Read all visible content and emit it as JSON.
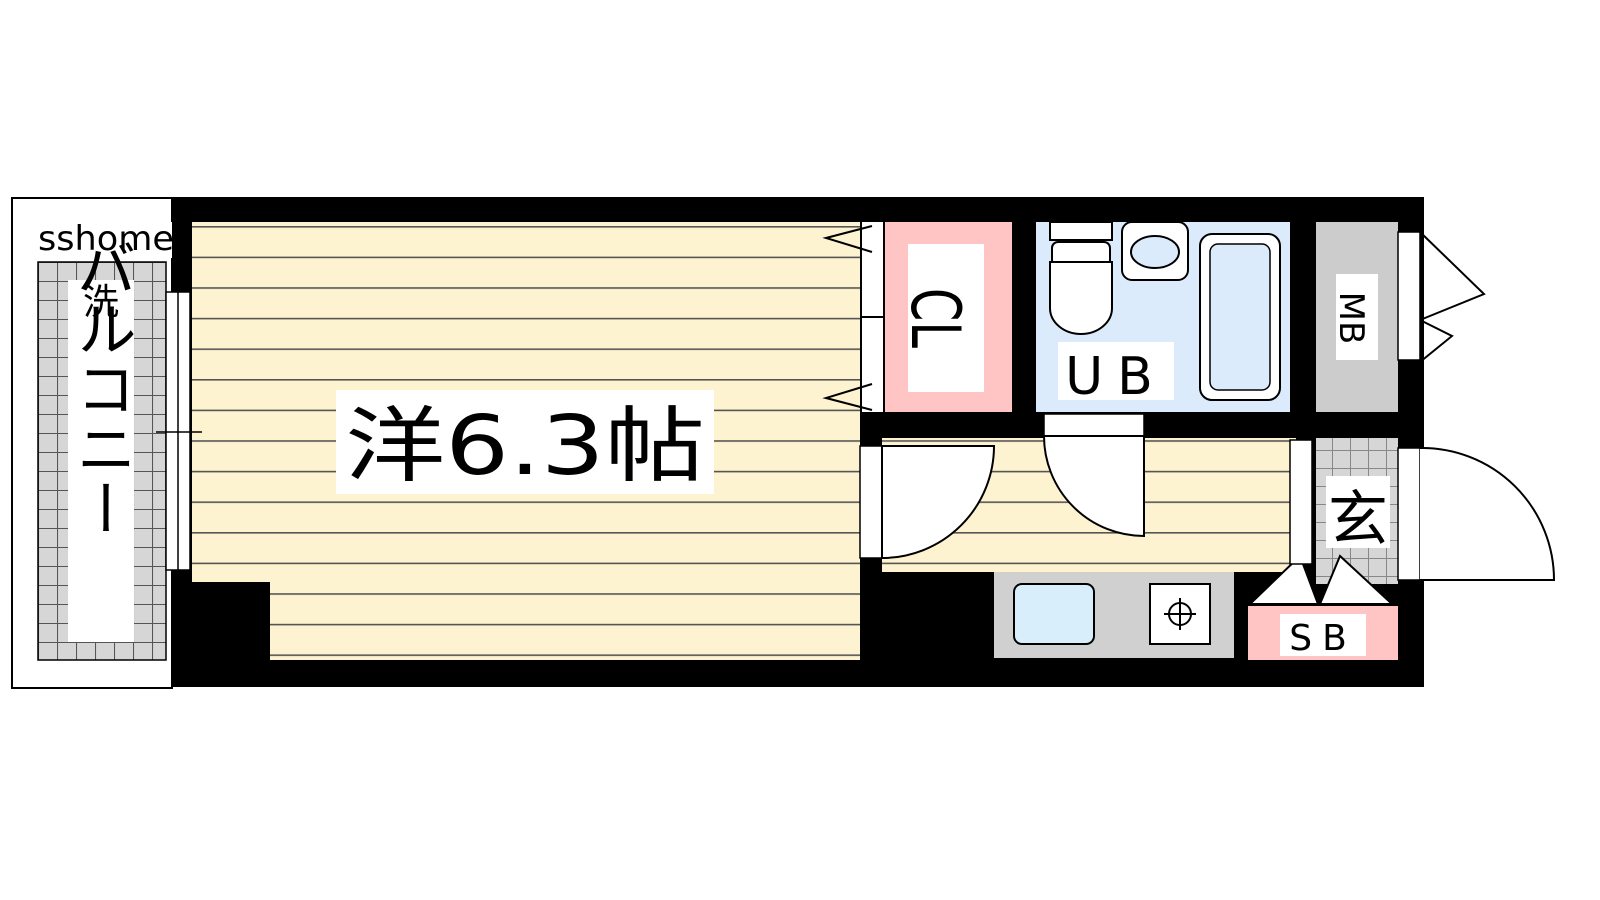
{
  "watermark": "sshome",
  "rooms": {
    "western": "洋6.3帖",
    "closet": "CL",
    "bath": "UB",
    "meter_box": "MB",
    "entrance": "玄",
    "shoe_box": "SB",
    "balcony": "バルコニー",
    "laundry": "洗"
  },
  "colors": {
    "wall": "#000000",
    "floor_wood": "#fdf3d0",
    "floor_line": "#555555",
    "closet": "#ffc4c4",
    "bath": "#dcebfb",
    "meter_box": "#cccccc",
    "kitchen": "#d0d0d0",
    "tile": "#d6d6d6",
    "shoe_box": "#ffc4c4",
    "sink": "#d8eefb"
  },
  "icons": [
    "toilet-icon",
    "wash-basin-icon",
    "bathtub-icon",
    "kitchen-sink-icon",
    "gas-stove-icon",
    "door-swing-icon",
    "window-icon"
  ]
}
